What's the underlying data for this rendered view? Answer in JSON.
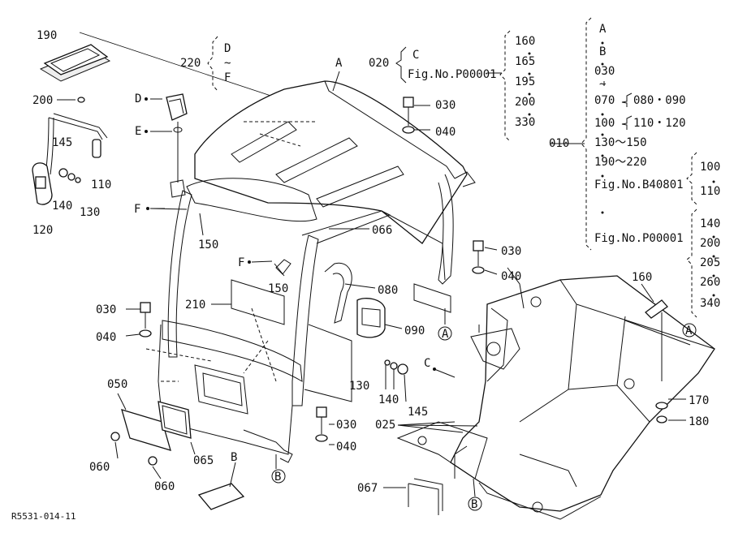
{
  "diagram": {
    "footer_code": "R5531-014-11",
    "labels": {
      "p190": "190",
      "p200": "200",
      "p220": "220",
      "d_f_top": "D",
      "d_f_tilde": "~",
      "d_f_bot": "F",
      "A_top": "A",
      "p020": "020",
      "c_top": "C",
      "fig_p00001_left": "Fig.No.P00001",
      "g160": "160",
      "g165": "165",
      "g195": "195",
      "g200": "200",
      "g330": "330",
      "D_mark": "D",
      "E_mark": "E",
      "F_mark1": "F",
      "F_mark2": "F",
      "p030a": "030",
      "p040a": "040",
      "p145a": "145",
      "p110": "110",
      "p140a": "140",
      "p130a": "130",
      "p120": "120",
      "p150a": "150",
      "p066": "066",
      "p030b": "030",
      "p040b": "040",
      "p150b": "150",
      "p080": "080",
      "p090": "090",
      "A_circ1": "A",
      "p030c": "030",
      "p040c": "040",
      "p210": "210",
      "p130b": "130",
      "p140b": "140",
      "p145b": "145",
      "C_mark": "C",
      "p050": "050",
      "p065": "065",
      "p060a": "060",
      "p060b": "060",
      "B_mark": "B",
      "B_circ1": "B",
      "p030d": "030",
      "p040d": "040",
      "p025": "025",
      "p067": "067",
      "B_circ2": "B",
      "p160": "160",
      "A_circ2": "A",
      "p170": "170",
      "p180": "180",
      "r_A": "A",
      "r_B": "B",
      "r_030": "030",
      "r_tilde": "~",
      "r_070": "070",
      "r_080_090": "080・090",
      "r_100": "100",
      "r_110_120": "110・120",
      "r_010": "010",
      "r_130_150": "130～150",
      "r_190_220": "190～220",
      "r_fig_b40801": "Fig.No.B40801",
      "r_fig_p00001": "Fig.No.P00001",
      "g100": "100",
      "g110": "110",
      "g140": "140",
      "g200b": "200",
      "g205": "205",
      "g260": "260",
      "g340": "340"
    }
  }
}
